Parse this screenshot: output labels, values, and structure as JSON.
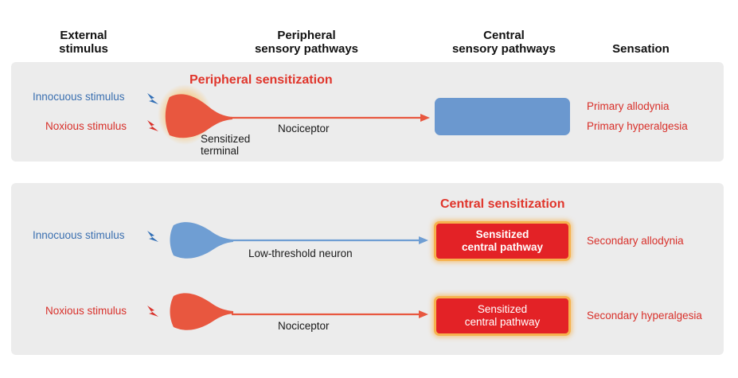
{
  "headers": {
    "external": "External\nstimulus",
    "peripheral": "Peripheral\nsensory pathways",
    "central": "Central\nsensory pathways",
    "sensation": "Sensation"
  },
  "panel1": {
    "title": "Peripheral sensitization",
    "innocuous": "Innocuous stimulus",
    "noxious": "Noxious stimulus",
    "terminal_label": "Sensitized\nterminal",
    "axon_label": "Nociceptor",
    "sensation_1": "Primary allodynia",
    "sensation_2": "Primary hyperalgesia"
  },
  "panel2": {
    "title": "Central sensitization",
    "row1": {
      "stimulus": "Innocuous stimulus",
      "axon_label": "Low-threshold neuron",
      "box_label": "Sensitized\ncentral pathway",
      "sensation": "Secondary allodynia"
    },
    "row2": {
      "stimulus": "Noxious stimulus",
      "axon_label": "Nociceptor",
      "box_label": "Sensitized\ncentral pathway",
      "sensation": "Secondary hyperalgesia"
    }
  },
  "colors": {
    "blue": "#3a6fb0",
    "red": "#d8302a",
    "neuron_red": "#e8573f",
    "neuron_blue": "#6f9ed3",
    "box_red": "#e32226",
    "glow": "#f6b24e",
    "panel": "#ececec"
  }
}
